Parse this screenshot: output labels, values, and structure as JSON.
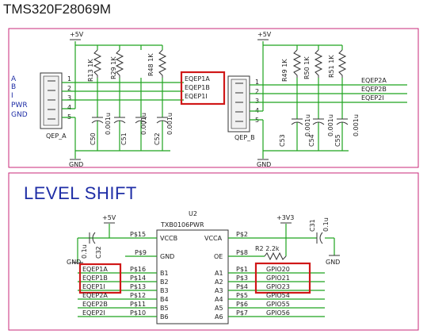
{
  "title": "TMS320F28069M",
  "top": {
    "supply": "+5V",
    "ground": "GND",
    "left_connector": {
      "name": "QEP_A",
      "side_labels": [
        "A",
        "B",
        "I",
        "PWR",
        "GND"
      ],
      "pins": [
        "1",
        "2",
        "3",
        "4",
        "5"
      ]
    },
    "right_connector": {
      "name": "QEP_B",
      "pins": [
        "1",
        "2",
        "3",
        "4",
        "5"
      ]
    },
    "left_resistors": [
      "R13 1K",
      "R29 1K",
      "R48 1K"
    ],
    "right_resistors": [
      "R49 1K",
      "R50 1K",
      "R51 1K"
    ],
    "left_caps": [
      {
        "ref": "C50",
        "val": "0.001u"
      },
      {
        "ref": "C51",
        "val": "0.001u"
      },
      {
        "ref": "C52",
        "val": "0.001u"
      }
    ],
    "right_caps": [
      {
        "ref": "C53",
        "val": "0.001u"
      },
      {
        "ref": "C54",
        "val": "0.001u"
      },
      {
        "ref": "C55",
        "val": "0.001u"
      }
    ],
    "left_nets": [
      "EQEP1A",
      "EQEP1B",
      "EQEP1I"
    ],
    "right_nets": [
      "EQEP2A",
      "EQEP2B",
      "EQEP2I"
    ]
  },
  "bottom": {
    "heading": "LEVEL SHIFT",
    "ref": "U2",
    "part": "TXB0106PWR",
    "vccb_supply": "+5V",
    "vcca_supply": "+3V3",
    "c32": {
      "ref": "C32",
      "val": "0.1u"
    },
    "c31": {
      "ref": "C31",
      "val": "0.1u"
    },
    "r2": "R2  2.2k",
    "gnd": "GND",
    "chip_left": [
      "VCCB",
      "GND",
      "B1",
      "B2",
      "B3",
      "B4",
      "B5",
      "B6"
    ],
    "chip_right": [
      "VCCA",
      "OE",
      "A1",
      "A2",
      "A3",
      "A4",
      "A5",
      "A6"
    ],
    "pins_left": [
      "P$15",
      "P$9",
      "P$16",
      "P$14",
      "P$13",
      "P$12",
      "P$11",
      "P$10"
    ],
    "pins_right": [
      "P$2",
      "P$8",
      "P$1",
      "P$3",
      "P$4",
      "P$5",
      "P$6",
      "P$7"
    ],
    "left_nets": [
      "EQEP1A",
      "EQEP1B",
      "EQEP1I",
      "EQEP2A",
      "EQEP2B",
      "EQEP2I"
    ],
    "right_nets": [
      "GPIO20",
      "GPIO21",
      "GPIO23",
      "GPIO54",
      "GPIO55",
      "GPIO56"
    ]
  }
}
